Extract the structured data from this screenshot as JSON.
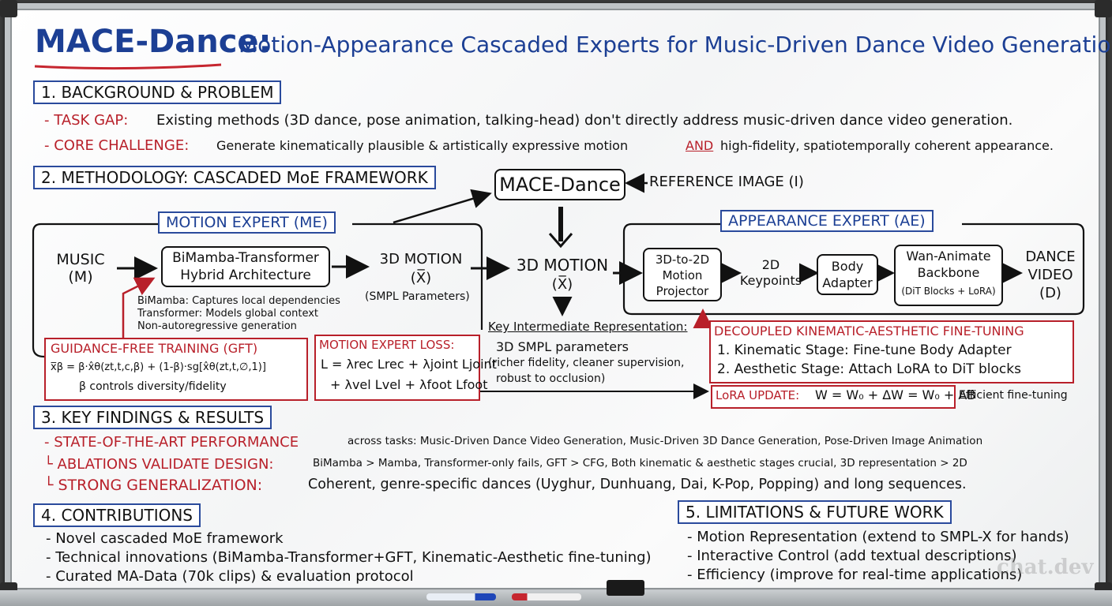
{
  "title": {
    "main": "MACE-Dance:",
    "rest": "Motion-Appearance Cascaded Experts for Music-Driven Dance Video Generation"
  },
  "sec1": {
    "heading": "1. BACKGROUND & PROBLEM",
    "task_label": "- TASK GAP:",
    "task_text": "Existing methods (3D dance, pose animation, talking-head) don't directly address music-driven dance video generation.",
    "core_label": "- CORE CHALLENGE:",
    "core_text_a": "Generate kinematically plausible & artistically expressive motion",
    "core_and": "AND",
    "core_text_b": "high-fidelity, spatiotemporally coherent appearance."
  },
  "sec2": {
    "heading": "2. METHODOLOGY: CASCADED MoE FRAMEWORK",
    "mace": "MACE-Dance",
    "ref_image": "REFERENCE IMAGE (I)",
    "me_label": "MOTION EXPERT (ME)",
    "music": "MUSIC (M)",
    "bimamba_box": "BiMamba-Transformer Hybrid Architecture",
    "motion3d_a": "3D MOTION",
    "motion3d_a_sym": "(X̅)",
    "smpl_params": "(SMPL Parameters)",
    "bimamba_note": "BiMamba: Captures local dependencies",
    "transformer_note": "Transformer: Models global context",
    "nonauto_note": "Non-autoregressive generation",
    "motion3d_b": "3D MOTION",
    "motion3d_b_sym": "(X̅)",
    "key_rep": "Key Intermediate Representation:",
    "key_rep_1": "3D SMPL parameters",
    "key_rep_2": "(richer fidelity, cleaner supervision,",
    "key_rep_3": "robust to occlusion)",
    "gft_label": "GUIDANCE-FREE TRAINING (GFT)",
    "gft_formula": "x̅β = β·x̂θ(zt,t,c,β) + (1-β)·sg[x̂θ(zt,t,∅,1)]",
    "gft_note": "β controls diversity/fidelity",
    "loss_label": "MOTION EXPERT LOSS:",
    "loss_line1": "L = λrec Lrec + λjoint Ljoint",
    "loss_line2": "+ λvel Lvel + λfoot Lfoot",
    "ae_label": "APPEARANCE EXPERT (AE)",
    "projector": "3D-to-2D Motion Projector",
    "keypoints": "2D Keypoints",
    "body_adapter": "Body Adapter",
    "wan_title": "Wan-Animate Backbone",
    "wan_sub": "(DiT Blocks + LoRA)",
    "dance_video": "DANCE VIDEO (D)",
    "decoupled_label": "DECOUPLED KINEMATIC-AESTHETIC FINE-TUNING",
    "decoupled_1": "1. Kinematic Stage: Fine-tune Body Adapter",
    "decoupled_2": "2. Aesthetic Stage: Attach LoRA to DiT blocks",
    "lora_label": "LoRA UPDATE:",
    "lora_formula": "W = W₀ + ΔW = W₀ + AB",
    "lora_note": "Efficient fine-tuning"
  },
  "sec3": {
    "heading": "3. KEY FINDINGS & RESULTS",
    "sota_label": "- STATE-OF-THE-ART PERFORMANCE",
    "sota_text": "across tasks: Music-Driven Dance Video Generation, Music-Driven 3D Dance Generation, Pose-Driven Image Animation",
    "abl_label": "└ ABLATIONS VALIDATE DESIGN:",
    "abl_text": "BiMamba > Mamba, Transformer-only fails, GFT > CFG, Both kinematic & aesthetic stages crucial, 3D representation > 2D",
    "gen_label": "└ STRONG GENERALIZATION:",
    "gen_text": "Coherent, genre-specific dances (Uyghur, Dunhuang, Dai, K-Pop, Popping) and long sequences."
  },
  "sec4": {
    "heading": "4. CONTRIBUTIONS",
    "items": [
      "- Novel cascaded MoE framework",
      "- Technical innovations (BiMamba-Transformer+GFT, Kinematic-Aesthetic fine-tuning)",
      "- Curated MA-Data (70k clips) & evaluation protocol"
    ]
  },
  "sec5": {
    "heading": "5. LIMITATIONS & FUTURE WORK",
    "items": [
      "- Motion Representation (extend to SMPL-X for hands)",
      "- Interactive Control (add textual descriptions)",
      "- Efficiency (improve for real-time applications)"
    ]
  },
  "watermark": "chat.dev",
  "colors": {
    "heading_blue": "#1c3f94",
    "accent_red": "#b8202a",
    "ink": "#111111"
  }
}
